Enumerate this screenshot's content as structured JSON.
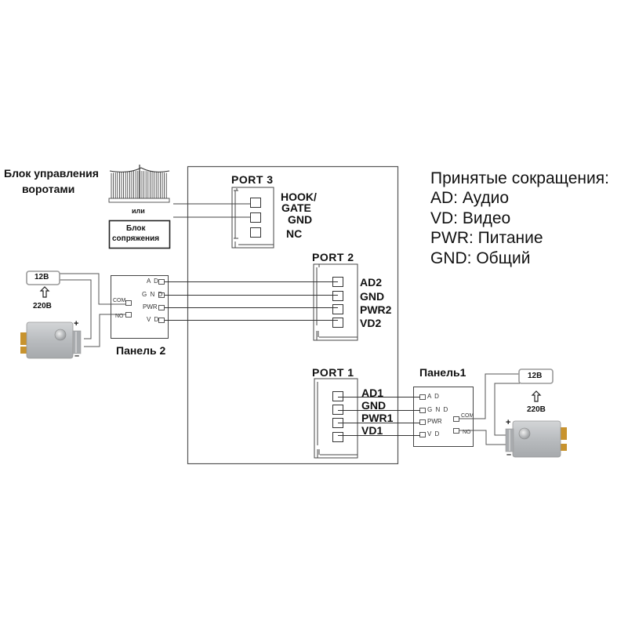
{
  "gate_block": {
    "title_line1": "Блок управления",
    "title_line2": "воротами",
    "or_label": "или",
    "interface_line1": "Блок",
    "interface_line2": "сопряжения",
    "gate_icon": "gate-icon"
  },
  "monitor": {
    "port3": {
      "title": "PORT 3",
      "pins": [
        "HOOK/",
        "GATE",
        "GND",
        "NC"
      ]
    },
    "port2": {
      "title": "PORT 2",
      "pins": [
        "AD2",
        "GND",
        "PWR2",
        "VD2"
      ]
    },
    "port1": {
      "title": "PORT 1",
      "pins": [
        "AD1",
        "GND",
        "PWR1",
        "VD1"
      ]
    }
  },
  "legend": {
    "title": "Принятые сокращения:",
    "items": [
      "AD: Аудио",
      "VD: Видео",
      "PWR: Питание",
      "GND: Общий"
    ]
  },
  "panel2": {
    "name": "Панель 2",
    "terminals": [
      "A D",
      "G N D",
      "PWR",
      "V D"
    ],
    "relay": [
      "COM",
      "NO"
    ]
  },
  "panel1": {
    "name": "Панель1",
    "terminals": [
      "A D",
      "G N D",
      "PWR",
      "V D"
    ],
    "relay": [
      "COM",
      "NO"
    ]
  },
  "power_left": {
    "output": "12В",
    "input": "220В"
  },
  "power_right": {
    "output": "12В",
    "input": "220В"
  },
  "lock_left": {
    "plus": "+",
    "minus": "–",
    "icon": "electric-lock-icon"
  },
  "lock_right": {
    "plus": "+",
    "minus": "–",
    "icon": "electric-lock-icon"
  },
  "colors": {
    "line": "#333333",
    "lock_body": "#b9bcbf",
    "lock_latch": "#c8932e",
    "psu_border": "#999999"
  }
}
